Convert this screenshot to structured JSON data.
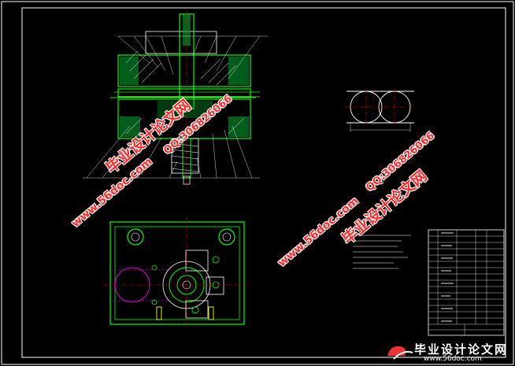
{
  "watermarks": {
    "site_name": "毕业设计论文网",
    "site_url": "www.56doc.com",
    "qq": "QQ:306826066"
  },
  "logo": {
    "title": "毕业设计论文网",
    "url": "www.56doc.com"
  },
  "colors": {
    "background": "#000000",
    "frame": "#ffffff",
    "outline": "#00ff00",
    "detail": "#ffffff",
    "centerline": "#ff0000",
    "watermark": "#ff2a2a",
    "highlight": "#ff00ff",
    "yellow": "#ffff00"
  }
}
